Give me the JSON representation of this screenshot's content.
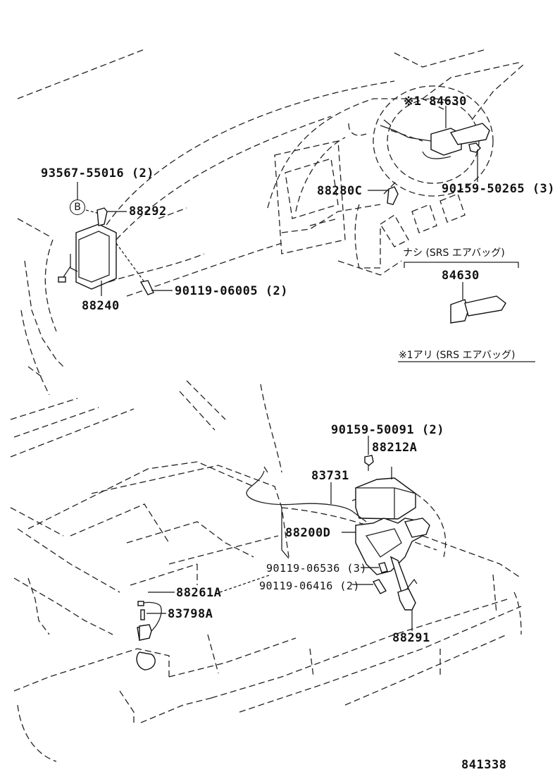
{
  "diagram": {
    "type": "parts-illustration",
    "figure_number": "841338",
    "notes": {
      "without_srs": "ナシ (SRS エアバッグ)",
      "with_srs": "※1アリ (SRS エアバッグ)"
    },
    "callouts": {
      "circle_b": "B"
    },
    "parts": [
      {
        "id": "p1",
        "number": "93567-55016",
        "qty": "(2)",
        "label": "93567-55016 (2)"
      },
      {
        "id": "p2",
        "number": "88292",
        "label": "88292"
      },
      {
        "id": "p3",
        "number": "88240",
        "label": "88240"
      },
      {
        "id": "p4",
        "number": "90119-06005",
        "qty": "(2)",
        "label": "90119-06005 (2)"
      },
      {
        "id": "p5",
        "number": "84630",
        "prefix": "※1",
        "label": "※1 84630"
      },
      {
        "id": "p6",
        "number": "90159-50265",
        "qty": "(3)",
        "label": "90159-50265 (3)"
      },
      {
        "id": "p7",
        "number": "88280C",
        "label": "88280C"
      },
      {
        "id": "p8",
        "number": "84630",
        "label": "84630"
      },
      {
        "id": "p9",
        "number": "90159-50091",
        "qty": "(2)",
        "label": "90159-50091 (2)"
      },
      {
        "id": "p10",
        "number": "88212A",
        "label": "88212A"
      },
      {
        "id": "p11",
        "number": "83731",
        "label": "83731"
      },
      {
        "id": "p12",
        "number": "88200D",
        "label": "88200D"
      },
      {
        "id": "p13",
        "number": "90119-06536",
        "qty": "(3)",
        "label": "90119-06536 (3)"
      },
      {
        "id": "p14",
        "number": "90119-06416",
        "qty": "(2)",
        "label": "90119-06416 (2)"
      },
      {
        "id": "p15",
        "number": "88261A",
        "label": "88261A"
      },
      {
        "id": "p16",
        "number": "83798A",
        "label": "83798A"
      },
      {
        "id": "p17",
        "number": "88291",
        "label": "88291"
      }
    ]
  }
}
